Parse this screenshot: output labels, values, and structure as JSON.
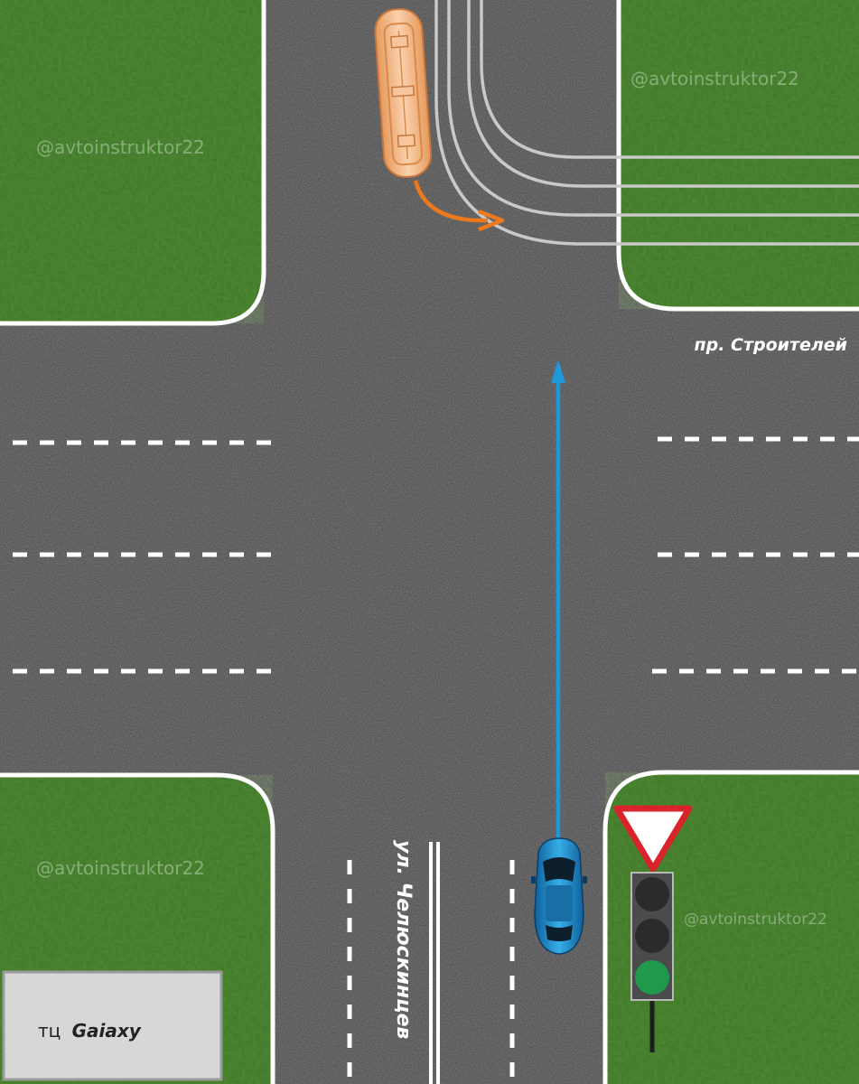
{
  "watermark": "@avtoinstruktor22",
  "streets": {
    "horizontal": "пр. Строителей",
    "vertical": "ул. Челюскинцев"
  },
  "building": {
    "prefix": "тц",
    "name": "Gaiaxy"
  },
  "traffic_light": {
    "active_signal": "green"
  },
  "sign": {
    "type": "give-way",
    "icon": "yield-sign-icon"
  },
  "colors": {
    "asphalt": "#3a3a3c",
    "grass": "#4f8a35",
    "car": "#1f8fd6",
    "car_path": "#1e98d8",
    "tram": "#f2b582",
    "tram_path": "#ea7a1d",
    "signal_green": "#1f9a4c",
    "signal_off": "#2b2b2b",
    "sign_border": "#d9232a"
  }
}
